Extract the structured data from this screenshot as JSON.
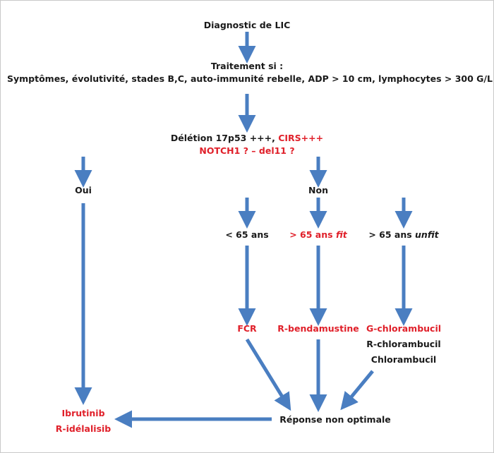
{
  "nodes": {
    "diagnostic": "Diagnostic de LIC",
    "treatment_title": "Traitement si :",
    "treatment_criteria": "Symptômes, évolutivité, stades B,C, auto-immunité rebelle, ADP > 10 cm, lymphocytes > 300 G/L",
    "deletion_black": "Délétion 17p53 +++, ",
    "deletion_red": "CIRS+++",
    "notch": "NOTCH1 ? – del11 ?",
    "oui": "Oui",
    "non": "Non",
    "age_under65": "< 65 ans",
    "age_over65_fit_prefix": "> 65 ans ",
    "age_over65_fit_word": "fit",
    "age_over65_unfit_prefix": "> 65 ans ",
    "age_over65_unfit_word": "unfit",
    "fcr": "FCR",
    "r_bendamustine": "R-bendamustine",
    "g_chlorambucil": "G-chlorambucil",
    "r_chlorambucil": "R-chlorambucil",
    "chlorambucil": "Chlorambucil",
    "ibrutinib": "Ibrutinib",
    "r_idelalisib": "R-idélalisib",
    "reponse": "Réponse non optimale"
  },
  "colors": {
    "arrow": "#4a7ec1",
    "highlight": "#e0202a",
    "text": "#1a1a1a",
    "border": "#c9c9c9"
  }
}
